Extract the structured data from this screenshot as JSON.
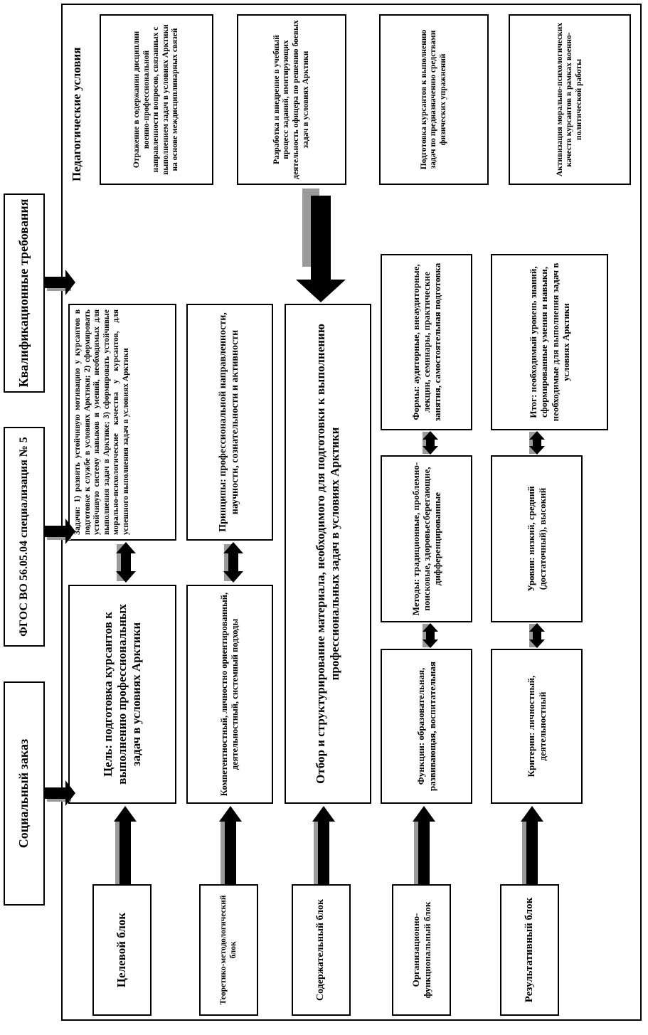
{
  "top_inputs": [
    {
      "label": "Социальный заказ"
    },
    {
      "label": "ФГОС ВО 56.05.04 специализация № 5"
    },
    {
      "label": "Квалификационные требования"
    }
  ],
  "conditions": {
    "title": "Педагогические условия",
    "items": [
      {
        "text": "Отражение в содержании дисциплин военно-профессиональной направленности вопросов, связанных с выполнением задач в условиях Арктики на основе междисциплинарных связей"
      },
      {
        "text": "Разработка и внедрение в учебный процесс заданий, имитирующих деятельность офицера по решению боевых задач в условиях Арктики"
      },
      {
        "text": "Подготовка курсантов к выполнению задач по предназначению средствами физических упражнений"
      },
      {
        "text": "Активизация морально-психологических качеств курсантов в рамках военно-политической работы"
      }
    ]
  },
  "blocks": [
    {
      "label": "Целевой блок"
    },
    {
      "label": "Теоретико-методологический блок"
    },
    {
      "label": "Содержательный блок"
    },
    {
      "label": "Организационно-функциональный блок"
    },
    {
      "label": "Результативный блок"
    }
  ],
  "target": {
    "goal": "Цель: подготовка курсантов к выполнению профессиональных задач в условиях Арктики",
    "tasks": "Задачи: 1) развить устойчивую мотивацию у курсантов в подготовке к службе в условиях Арктики; 2) сформировать устойчивую систему навыков и умений, необходимых для выполнения задач в Арктике; 3) сформировать устойчивые морально-психологические качества у курсантов, для успешного выполнения задач в условиях Арктики"
  },
  "theory": {
    "approaches": "Компетентностный, личностно ориентированный, деятельностный, системный подходы",
    "principles": "Принципы: профессиональной направленности, научности, сознательности и активности"
  },
  "content": {
    "text": "Отбор и структурирование материала, необходимого для подготовки к выполнению профессиональных задач в условиях Арктики"
  },
  "org": {
    "functions": "Функции: образовательная, развивающая, воспитательная",
    "methods": "Методы: традиционные, проблемно-поисковые, здоровьесберегающие, дифференцированные",
    "forms": "Формы: аудиторные, внеаудиторные, лекции, семинары, практические занятия, самостоятельная подготовка"
  },
  "result": {
    "criteria": "Критерии: личностный, деятельностный",
    "levels": "Уровни: низкий, средний (достаточный), высокий",
    "outcome": "Итог: необходимый уровень знаний, сформированные умения и навыки, необходимые для выполнения задач в условиях Арктики"
  },
  "colors": {
    "arrow": "#000000",
    "arrow_shadow": "#9a9a9a",
    "border": "#000000"
  }
}
